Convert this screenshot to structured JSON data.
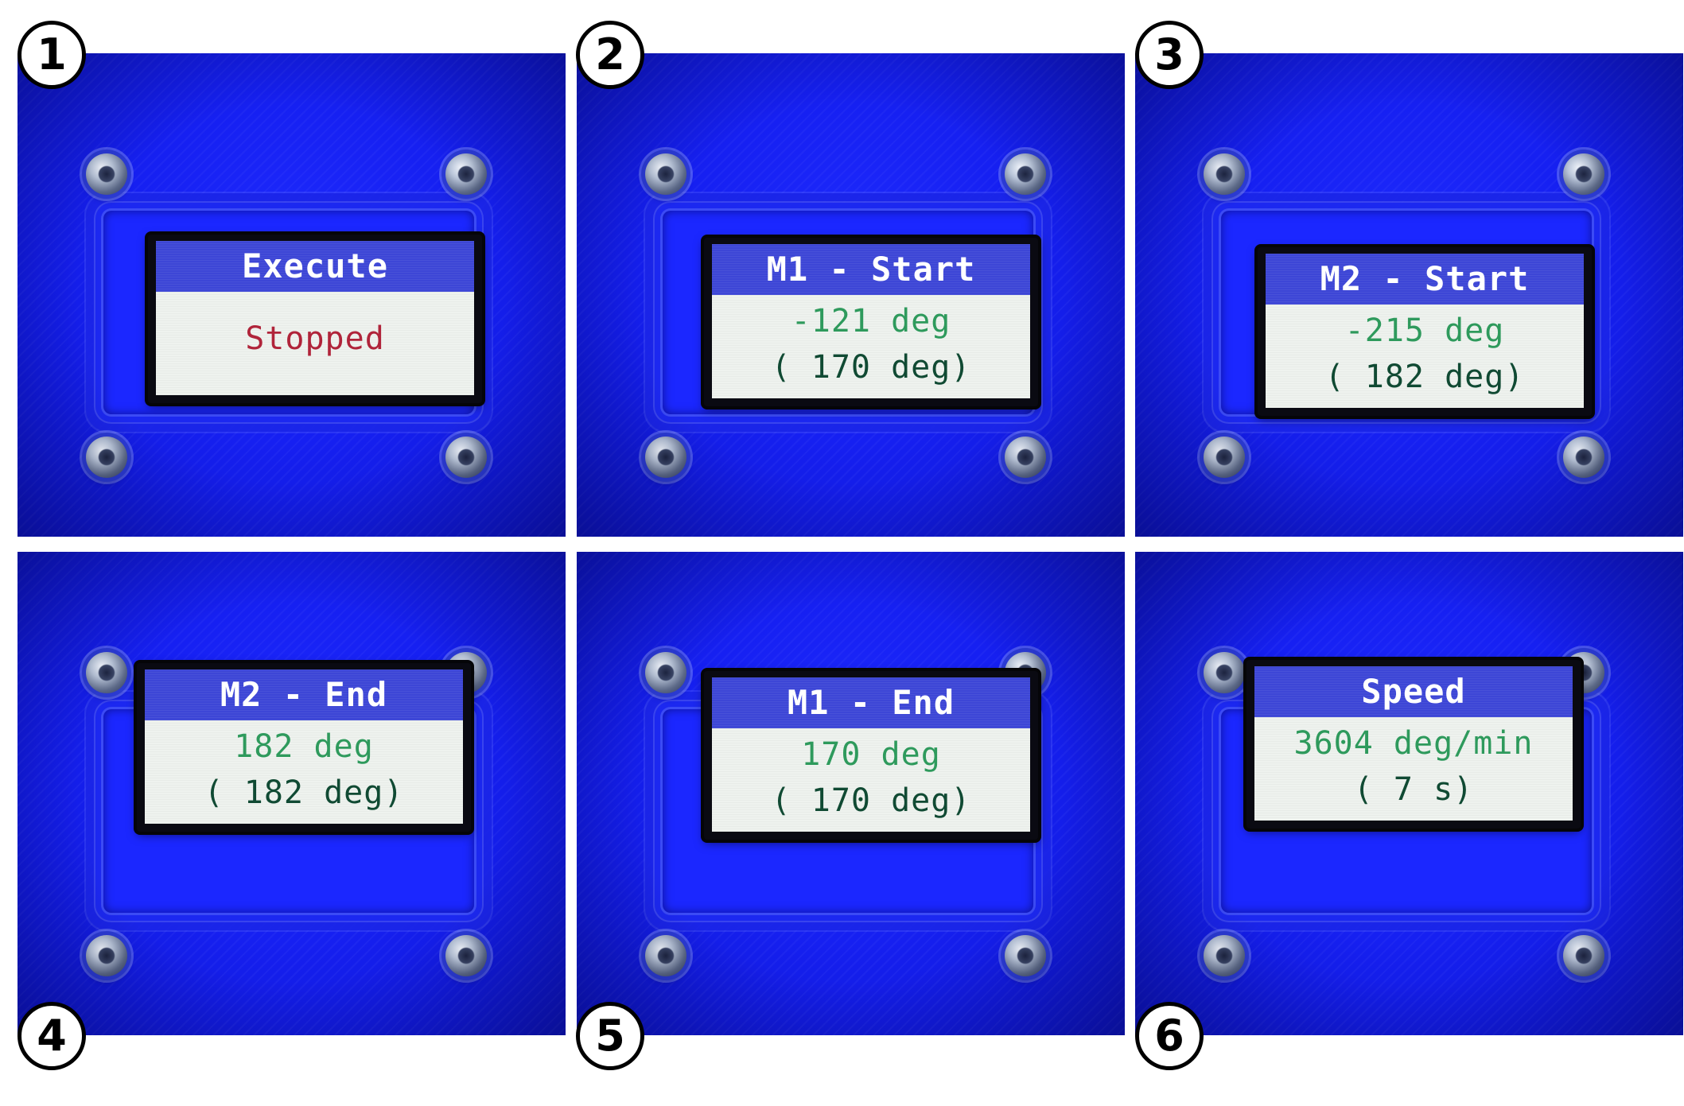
{
  "panels": [
    {
      "number": "1",
      "header": "Execute",
      "status": "Stopped"
    },
    {
      "number": "2",
      "header": "M1 - Start",
      "value": "-121 deg",
      "detail": "( 170 deg)"
    },
    {
      "number": "3",
      "header": "M2 - Start",
      "value": "-215 deg",
      "detail": "( 182 deg)"
    },
    {
      "number": "4",
      "header": "M2 - End",
      "value": "182 deg",
      "detail": "( 182 deg)"
    },
    {
      "number": "5",
      "header": "M1 - End",
      "value": "170 deg",
      "detail": "( 170 deg)"
    },
    {
      "number": "6",
      "header": "Speed",
      "value": "3604 deg/min",
      "detail": "( 7 s)"
    }
  ],
  "colors": {
    "board": "#1620f2",
    "lcd_header": "#3d46d6",
    "lcd_body": "#eef2ee",
    "value_text": "#2e9a5c",
    "detail_text": "#104a33",
    "status_text": "#b0243a"
  }
}
